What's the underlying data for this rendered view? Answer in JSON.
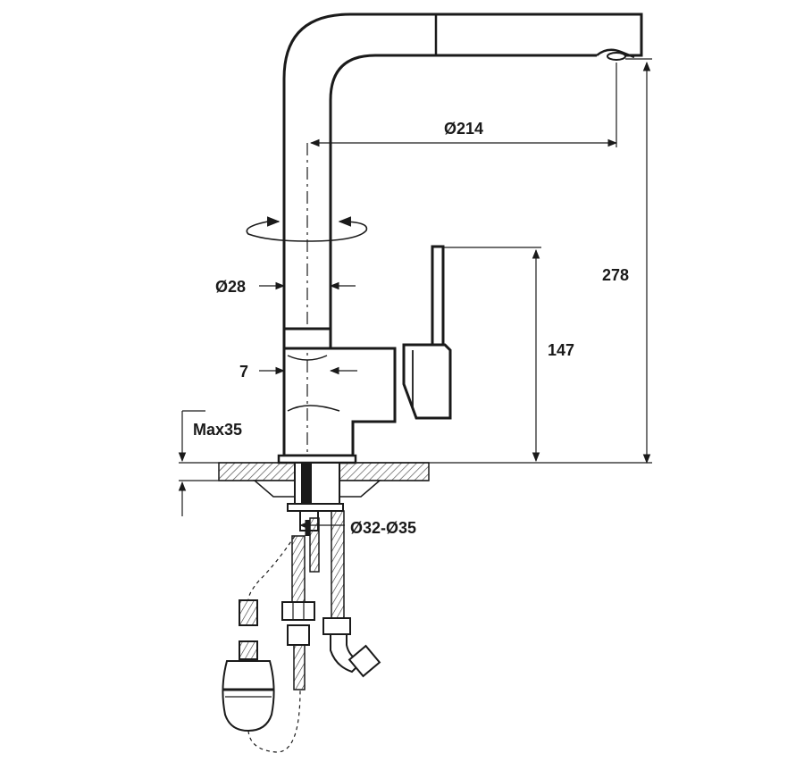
{
  "dimensions": {
    "spout_reach": "Ø214",
    "total_height": "278",
    "handle_height": "147",
    "column_diameter": "Ø28",
    "body_offset": "7",
    "max_counter_thickness": "Max35",
    "hole_diameter": "Ø32-Ø35"
  },
  "colors": {
    "line": "#1a1a1a",
    "hatch": "#555555",
    "fill": "#ffffff"
  }
}
